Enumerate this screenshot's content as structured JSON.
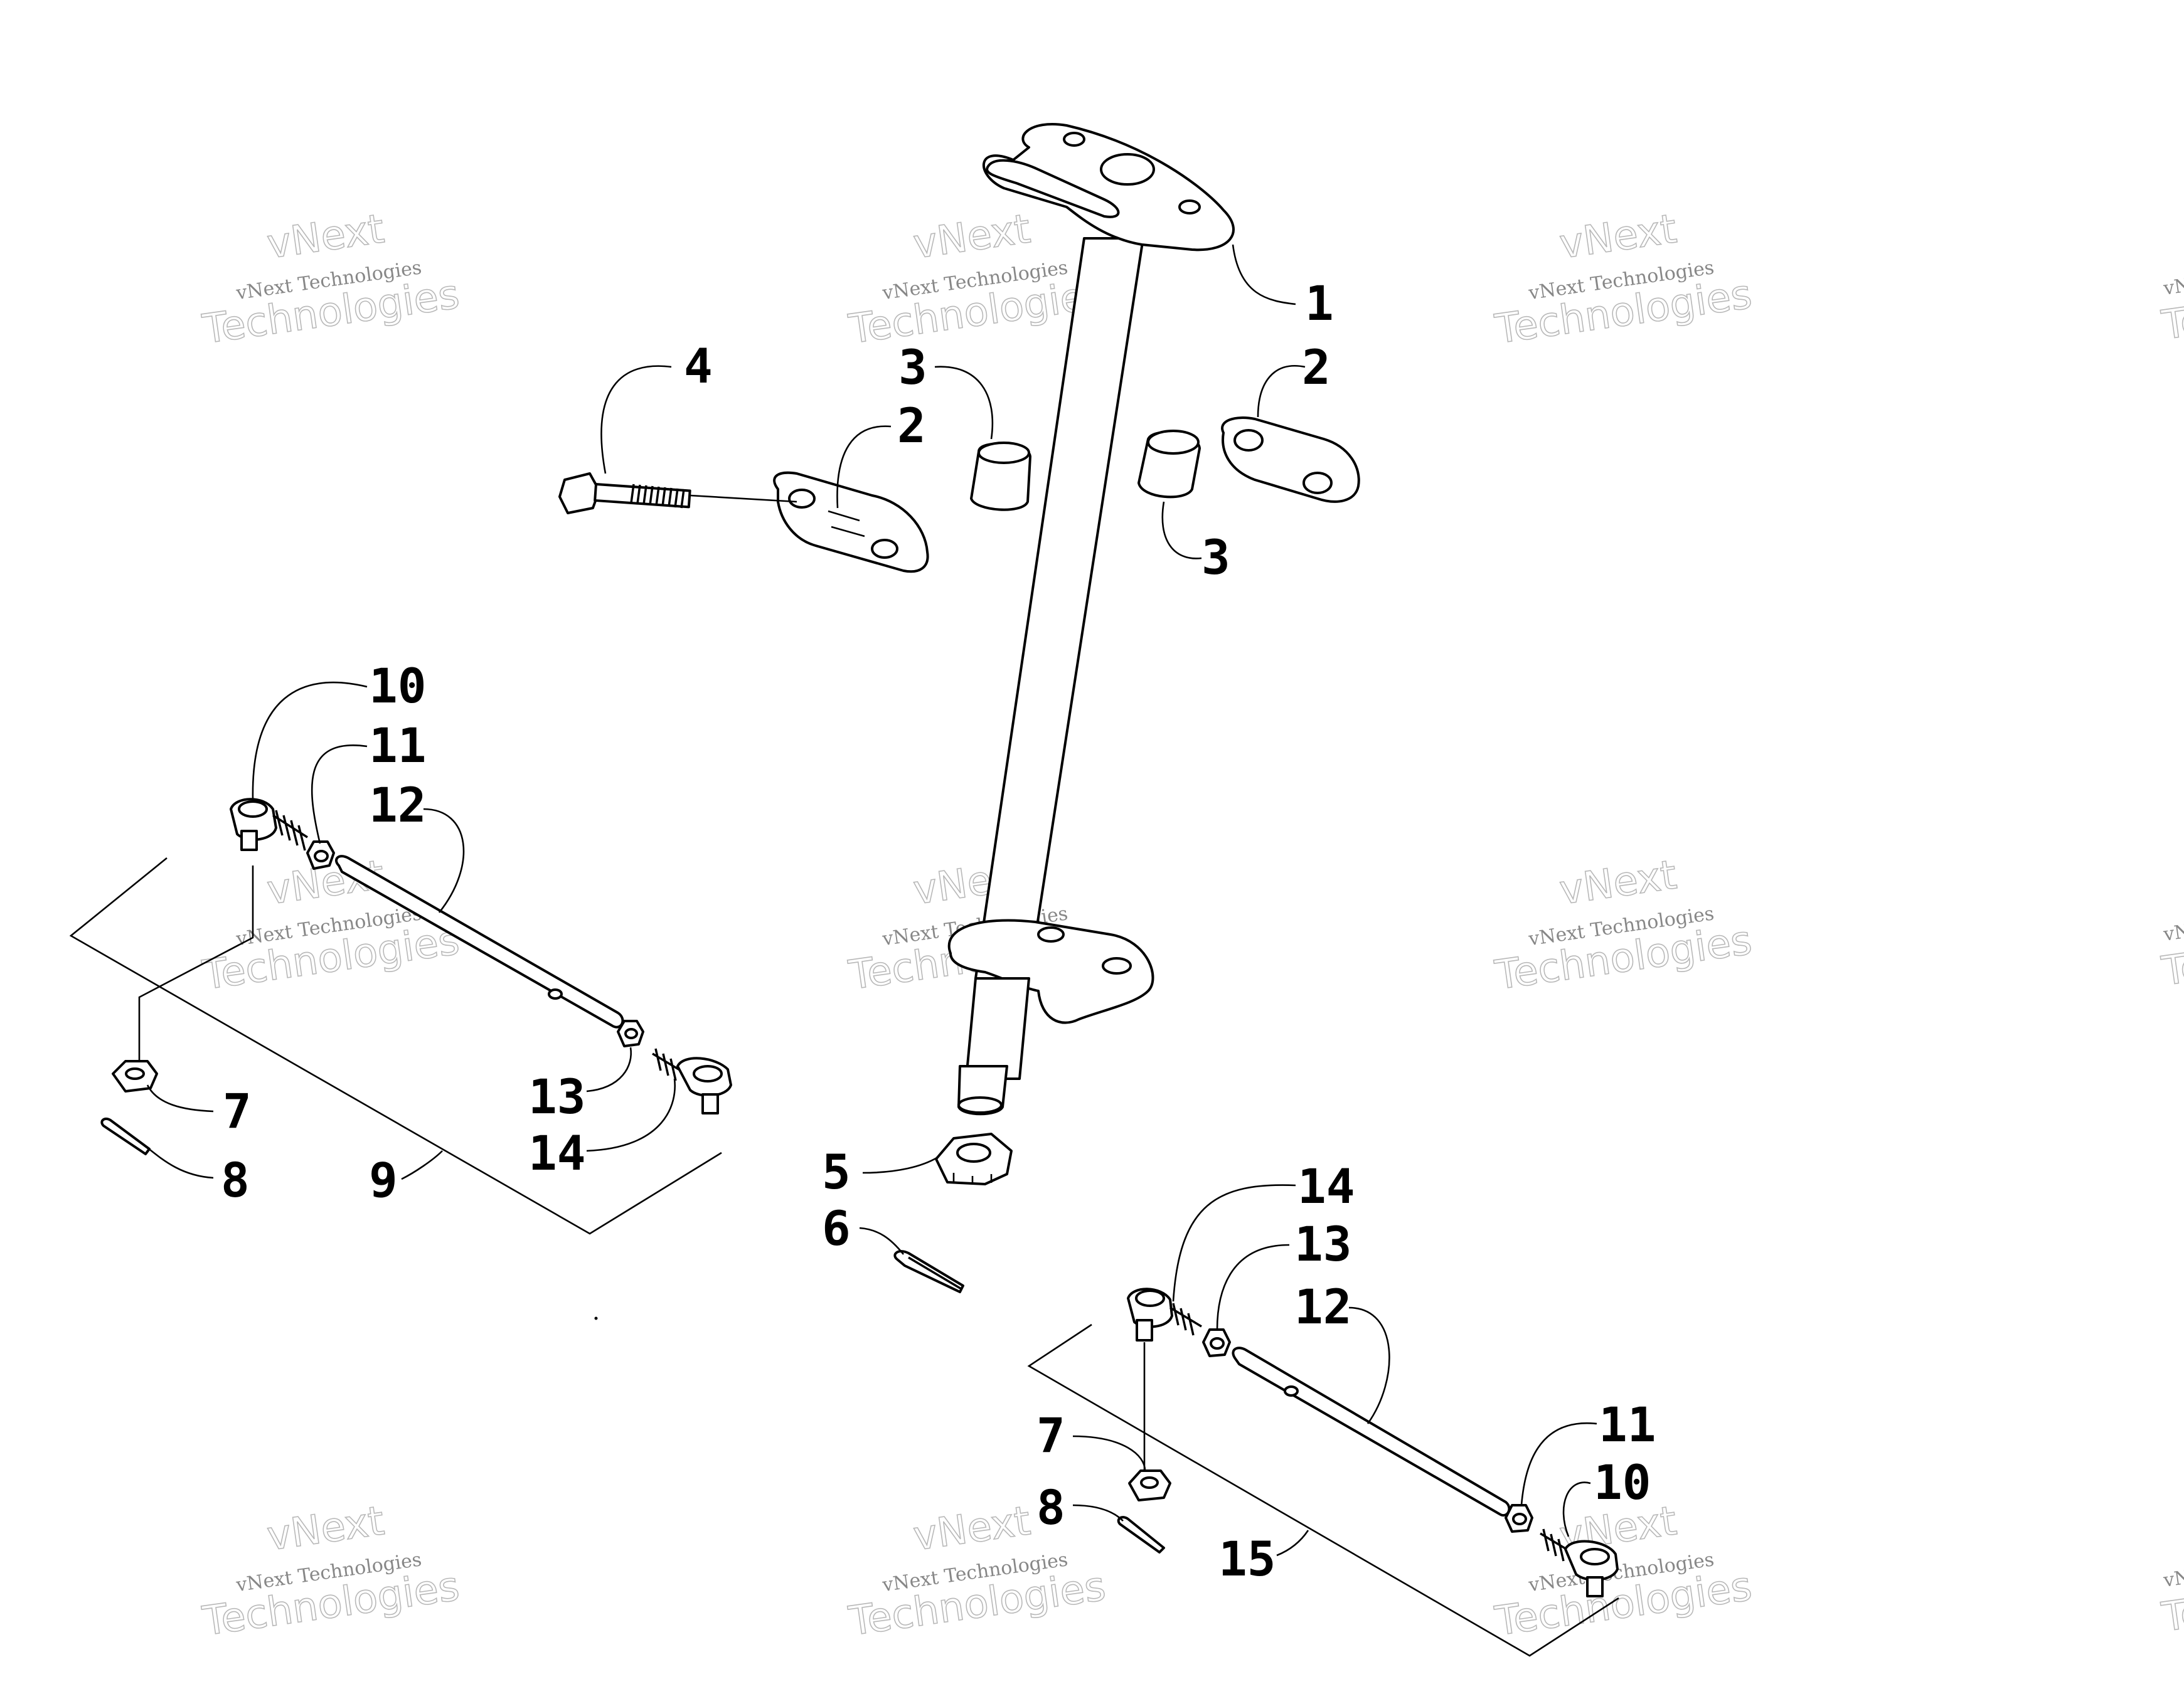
{
  "watermark": {
    "line_top": "vNext",
    "line_mid": "vNext Technologies",
    "line_bottom": "Technologies"
  },
  "callouts": {
    "c1": "1",
    "c2a": "2",
    "c2b": "2",
    "c3a": "3",
    "c3b": "3",
    "c4": "4",
    "c5": "5",
    "c6": "6",
    "c7a": "7",
    "c7b": "7",
    "c8a": "8",
    "c8b": "8",
    "c9": "9",
    "c10a": "10",
    "c10b": "10",
    "c11a": "11",
    "c11b": "11",
    "c12a": "12",
    "c12b": "12",
    "c13a": "13",
    "c13b": "13",
    "c14a": "14",
    "c14b": "14",
    "c15": "15"
  }
}
